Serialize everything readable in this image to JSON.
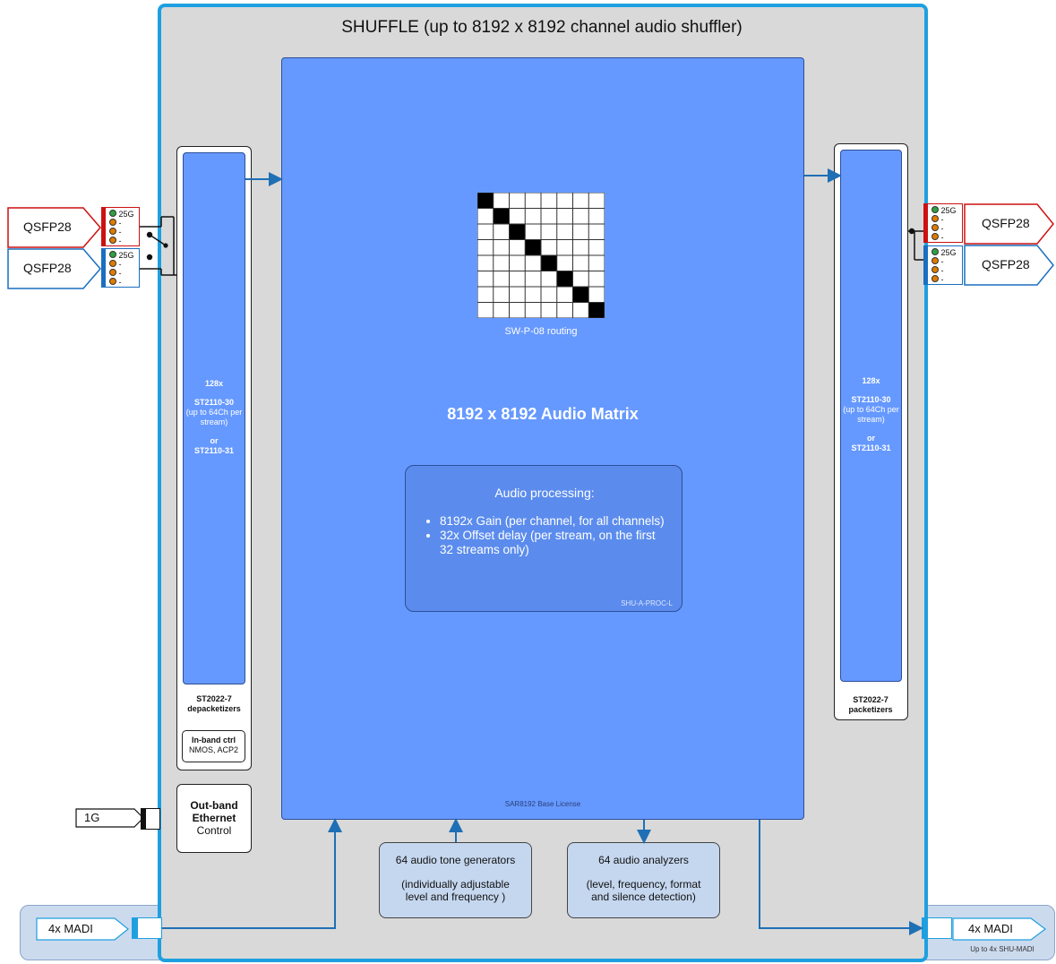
{
  "title": "SHUFFLE (up to 8192 x 8192 channel audio shuffler)",
  "matrix": {
    "title": "8192 x 8192 Audio Matrix",
    "license": "SAR8192 Base License",
    "routing_label": "SW-P-08 routing",
    "grid_size": 8
  },
  "processing": {
    "title": "Audio processing:",
    "items": [
      "8192x Gain (per channel, for all channels)",
      "32x Offset delay (per stream, on the first 32 streams only)"
    ],
    "license": "SHU-A-PROC-L"
  },
  "left_column": {
    "count": "128x",
    "std1": "ST2110-30",
    "std1_note": "(up to 64Ch per stream)",
    "or": "or",
    "std2": "ST2110-31",
    "footer_line1": "ST2022-7",
    "footer_line2": "depacketizers",
    "inband_title": "In-band ctrl",
    "inband_sub": "NMOS, ACP2"
  },
  "right_column": {
    "count": "128x",
    "std1": "ST2110-30",
    "std1_note": "(up to 64Ch per stream)",
    "or": "or",
    "std2": "ST2110-31",
    "footer_line1": "ST2022-7",
    "footer_line2": "packetizers"
  },
  "ports": {
    "qsfp_label": "QSFP28",
    "speed": "25G",
    "dash": "-",
    "led_colors": {
      "green": "#2ea043",
      "orange": "#e07b00",
      "red_accent": "#cc1111",
      "blue_accent": "#1a6fbf"
    }
  },
  "outband": {
    "line1": "Out-band",
    "line2": "Ethernet",
    "line3": "Control",
    "port": "1G"
  },
  "tone": {
    "line1": "64 audio tone generators",
    "line2": "(individually adjustable level and frequency )"
  },
  "analyzer": {
    "line1": "64 audio analyzers",
    "line2": "(level, frequency, format and silence detection)"
  },
  "madi": {
    "left": "4x MADI",
    "right": "4x MADI",
    "right_note": "Up to 4x SHU-MADI"
  },
  "colors": {
    "frame_border": "#1ea0e0",
    "frame_fill": "#d9d9d9",
    "matrix_blue": "#6699ff",
    "arrow_blue": "#1f6fb5",
    "sub_box": "#c5d7ef"
  }
}
